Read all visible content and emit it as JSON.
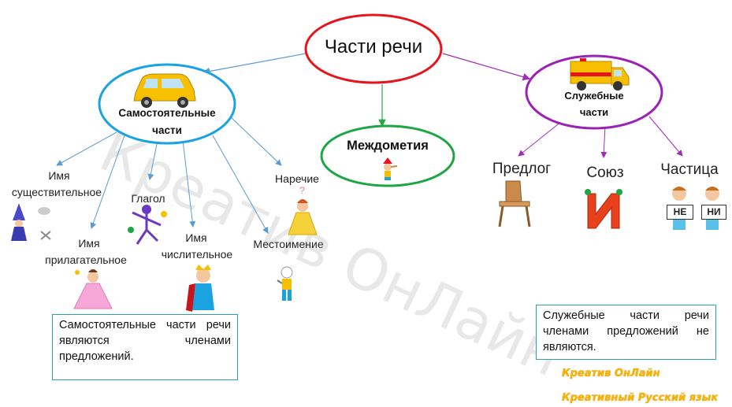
{
  "root": "Части речи",
  "independent": {
    "title_line1": "Самостоятельные",
    "title_line2": "части"
  },
  "interjection": "Междометия",
  "functional": {
    "title_line1": "Служебные",
    "title_line2": "части"
  },
  "independent_items": {
    "noun_line1": "Имя",
    "noun_line2": "существительное",
    "adjective_line1": "Имя",
    "adjective_line2": "прилагательное",
    "verb": "Глагол",
    "numeral_line1": "Имя",
    "numeral_line2": "числительное",
    "adverb": "Наречие",
    "pronoun": "Местоимение"
  },
  "functional_items": {
    "preposition": "Предлог",
    "conjunction": "Союз",
    "particle": "Частица",
    "particle_ne": "НЕ",
    "particle_ni": "НИ"
  },
  "notes": {
    "left": "Самостоятельные части речи являются членами предложений.",
    "right": "Служебные части речи членами предложений не являются."
  },
  "watermark": "Креатив ОнЛайн",
  "branding": {
    "line1": "Креатив ОнЛайн",
    "line2": "Креативный Русский язык"
  },
  "colors": {
    "root_border": "#e8141b",
    "independent_border": "#1aa3e0",
    "interjection_border": "#1ea545",
    "functional_border": "#9a22b5",
    "arrow_blue": "#5b9bd5",
    "arrow_green": "#2aa54a",
    "arrow_purple": "#a12db5",
    "note_border": "#29a3a8",
    "brand": "#f4b400"
  }
}
